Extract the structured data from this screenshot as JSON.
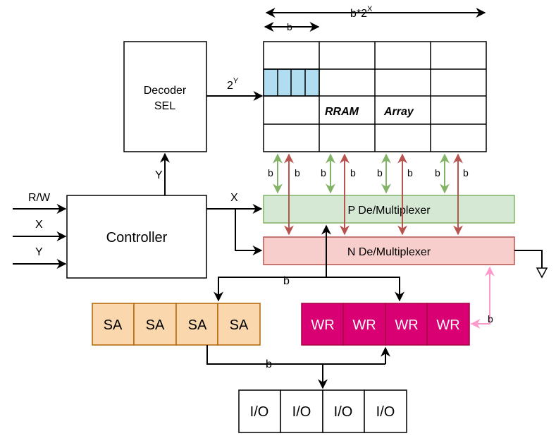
{
  "width_label": "b*2",
  "width_label_sup": "X",
  "b": "b",
  "decoder": {
    "line1": "Decoder",
    "line2": "SEL"
  },
  "decoder_out": "2",
  "decoder_out_sup": "Y",
  "array": {
    "word1": "RRAM",
    "word2": "Array"
  },
  "controller": "Controller",
  "inputs": {
    "rw": "R/W",
    "x": "X",
    "y": "Y"
  },
  "controller_y": "Y",
  "controller_x": "X",
  "p_mux": "P De/Multiplexer",
  "n_mux": "N De/Multiplexer",
  "sa": [
    "SA",
    "SA",
    "SA",
    "SA"
  ],
  "wr": [
    "WR",
    "WR",
    "WR",
    "WR"
  ],
  "io": [
    "I/O",
    "I/O",
    "I/O",
    "I/O"
  ],
  "colors": {
    "cell_blue": "#b1ddf0",
    "green_arrow": "#82b366",
    "red_arrow": "#b85450",
    "p_mux_fill": "#d5e8d4",
    "p_mux_stroke": "#82b366",
    "n_mux_fill": "#f8cecc",
    "n_mux_stroke": "#b85450",
    "sa_fill": "#fad7ac",
    "sa_stroke": "#b46504",
    "wr_fill": "#d80073",
    "wr_stroke": "#a50040",
    "pink_arrow": "#ff99cc"
  }
}
